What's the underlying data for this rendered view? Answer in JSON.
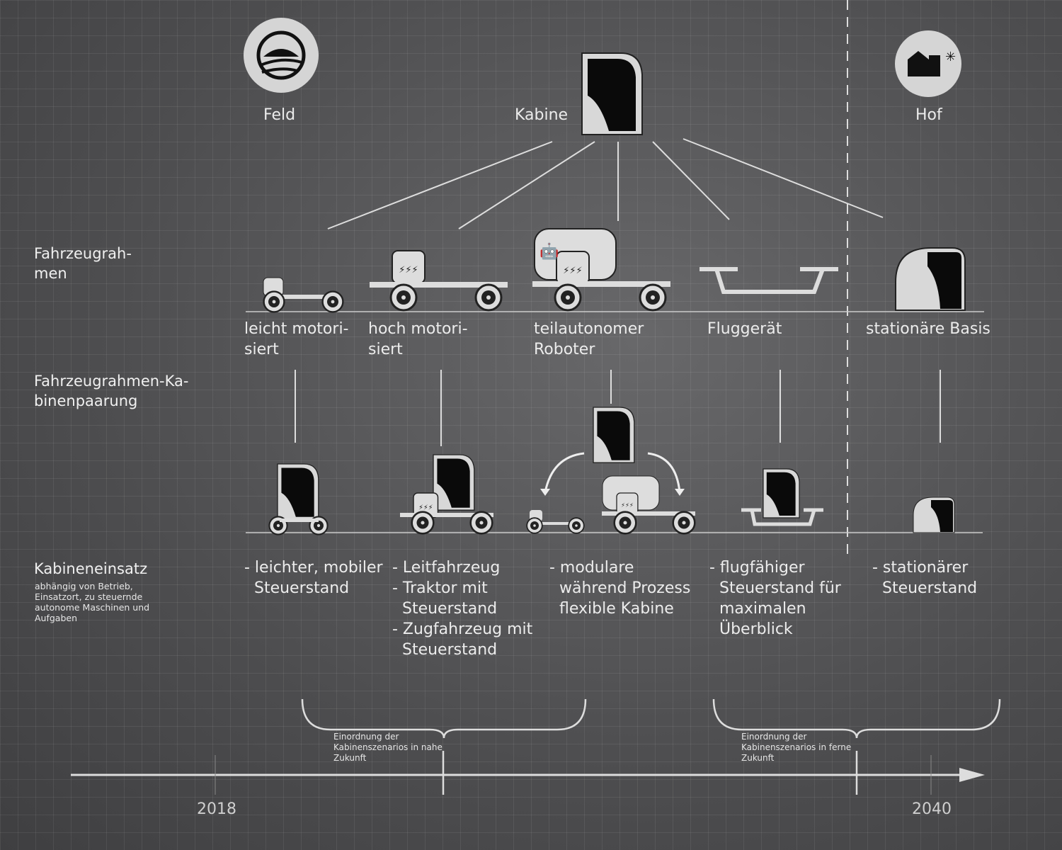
{
  "top": {
    "feld": "Feld",
    "kabine": "Kabine",
    "hof": "Hof"
  },
  "rows": {
    "frame": "Fahrzeugrah-\nmen",
    "pairing": "Fahrzeugrahmen-Ka-\nbinenpaarung",
    "usage": "Kabineneinsatz",
    "usage_note": "abhängig von Betrieb,\nEinsatzort, zu steuernde\nautonome Maschinen und\nAufgaben"
  },
  "frames": [
    "leicht motori-\nsiert",
    "hoch motori-\nsiert",
    "teilautonomer\nRoboter",
    "Fluggerät",
    "stationäre Basis"
  ],
  "usages": [
    "- leichter, mobiler\n  Steuerstand",
    "- Leitfahrzeug\n- Traktor mit\n  Steuerstand\n- Zugfahrzeug mit\n  Steuerstand",
    "- modulare\n  während Prozess\n  flexible Kabine",
    "- flugfähiger\n  Steuerstand für\n  maximalen\n  Überblick",
    "- stationärer\n  Steuerstand"
  ],
  "braces": {
    "near": "Einordnung der\nKabinenszenarios in nahe\nZukunft",
    "far": "Einordnung der\nKabinenszenarios in ferne\nZukunft"
  },
  "timeline": {
    "start": "2018",
    "end": "2040"
  }
}
